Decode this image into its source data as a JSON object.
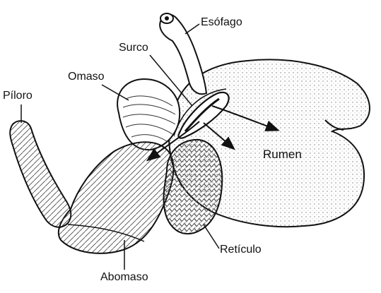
{
  "labels": {
    "esofago": "Esófago",
    "surco": "Surco",
    "omaso": "Omaso",
    "piloro": "Píloro",
    "rumen": "Rumen",
    "reticulo": "Retículo",
    "abomaso": "Abomaso"
  },
  "colors": {
    "ink": "#111111",
    "paper": "#ffffff",
    "stipple": "#8a8a8a"
  }
}
